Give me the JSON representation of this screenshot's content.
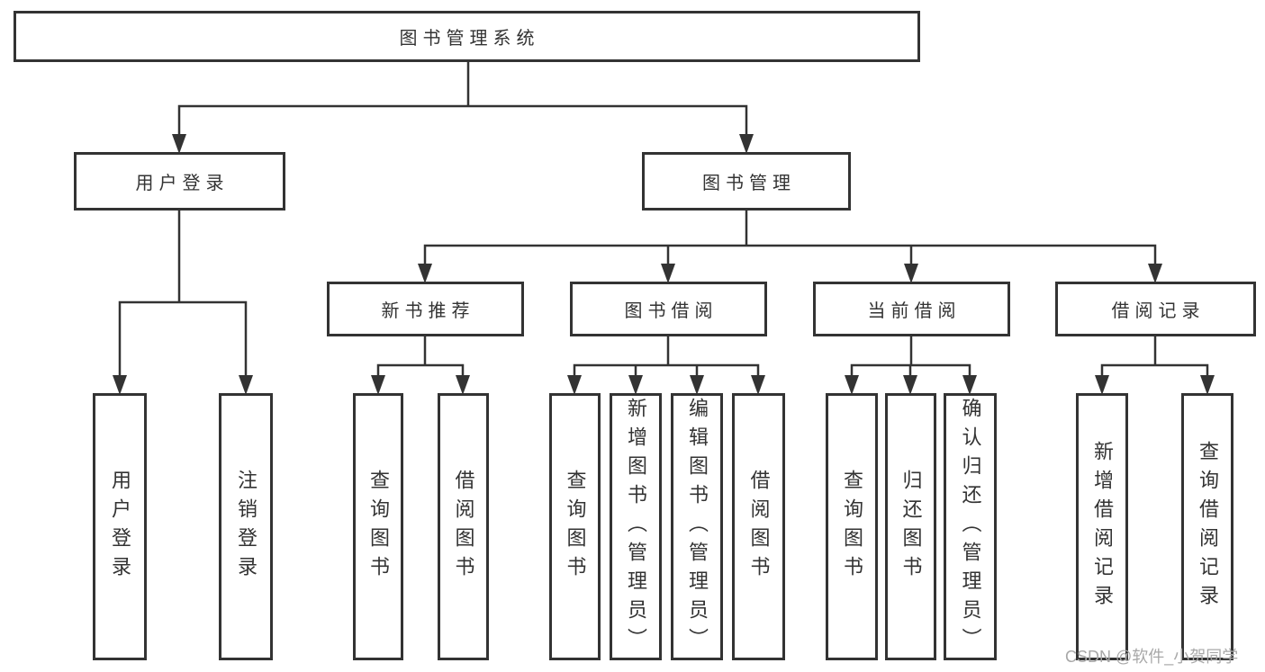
{
  "tree": {
    "label": "图书管理系统",
    "children": [
      {
        "label": "用户登录",
        "children": [
          {
            "label": "用户登录"
          },
          {
            "label": "注销登录"
          }
        ]
      },
      {
        "label": "图书管理",
        "children": [
          {
            "label": "新书推荐",
            "children": [
              {
                "label": "查询图书"
              },
              {
                "label": "借阅图书"
              }
            ]
          },
          {
            "label": "图书借阅",
            "children": [
              {
                "label": "查询图书"
              },
              {
                "label": "新增图书（管理员）"
              },
              {
                "label": "编辑图书（管理员）"
              },
              {
                "label": "借阅图书"
              }
            ]
          },
          {
            "label": "当前借阅",
            "children": [
              {
                "label": "查询图书"
              },
              {
                "label": "归还图书"
              },
              {
                "label": "确认归还（管理员）"
              }
            ]
          },
          {
            "label": "借阅记录",
            "children": [
              {
                "label": "新增借阅记录"
              },
              {
                "label": "查询借阅记录"
              }
            ]
          }
        ]
      }
    ]
  },
  "watermark": {
    "text": "CSDN @软件_小贺同学",
    "color": "#a8a8a8"
  },
  "colors": {
    "line": "#333333",
    "text": "#333333",
    "box_background": "#ffffff",
    "page_background": "#ffffff"
  }
}
